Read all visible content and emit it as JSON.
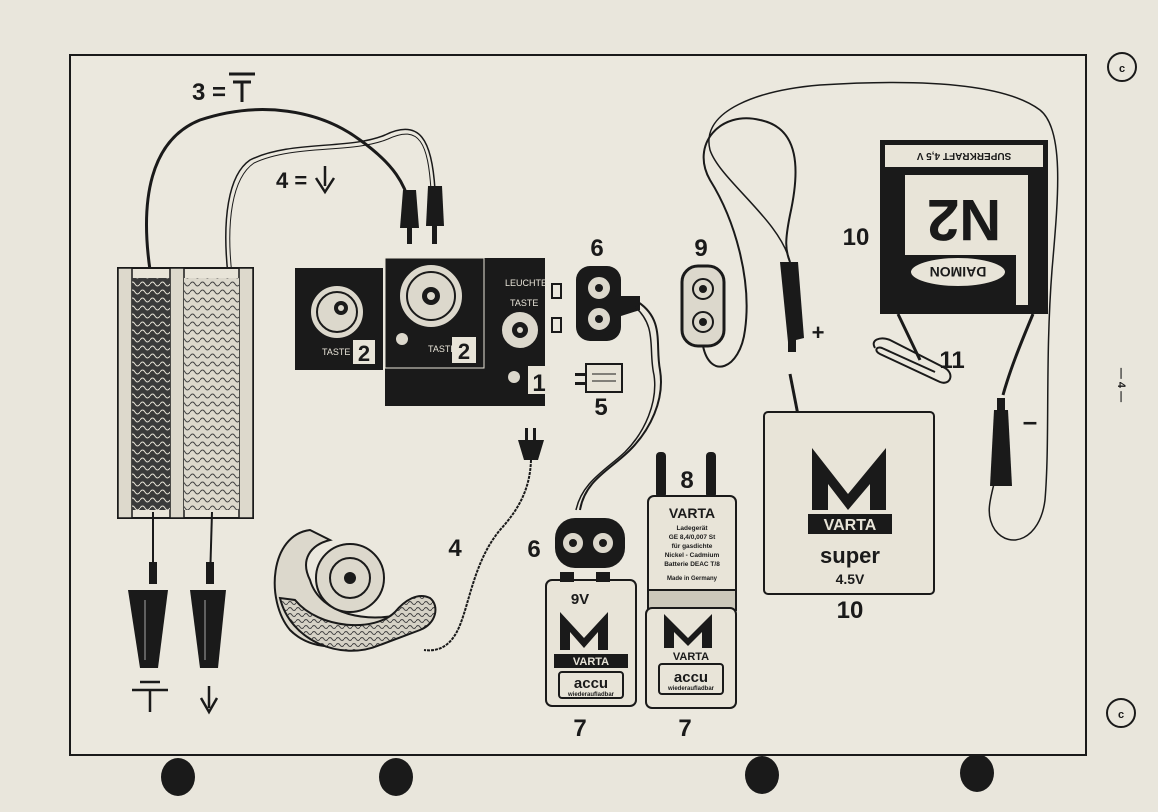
{
  "labels": {
    "l3": "3 =",
    "l4top": "4 =",
    "l4": "4",
    "l1": "1",
    "l2a": "2",
    "l2b": "2",
    "l5": "5",
    "l6a": "6",
    "l6b": "6",
    "l7a": "7",
    "l7b": "7",
    "l8": "8",
    "l9": "9",
    "l10a": "10",
    "l10b": "10",
    "l11": "11",
    "plus": "+",
    "minus": "–"
  },
  "battery_9v": {
    "voltage": "9V",
    "brand": "VARTA",
    "line": "accu",
    "sub": "wiederaufladbar"
  },
  "charger": {
    "brand": "VARTA",
    "lines": [
      "Ladegerät",
      "GE 8,4/0,007 St",
      "für gasdichte",
      "Nickel - Cadmium",
      "Batterie DEAC T/8",
      "Made in Germany"
    ],
    "accu_brand": "VARTA",
    "accu_line": "accu",
    "accu_sub": "wiederaufladbar"
  },
  "battery_45_front": {
    "brand": "VARTA",
    "line": "super",
    "voltage": "4.5V"
  },
  "battery_45_back": {
    "brand": "DAIMON",
    "model": "N2",
    "band": "SUPERKRAFT 4,5 V"
  },
  "circuit_board": {
    "label_a": "LEUCHTE",
    "label_b": "TASTE"
  },
  "side_mark": "— 4 —"
}
